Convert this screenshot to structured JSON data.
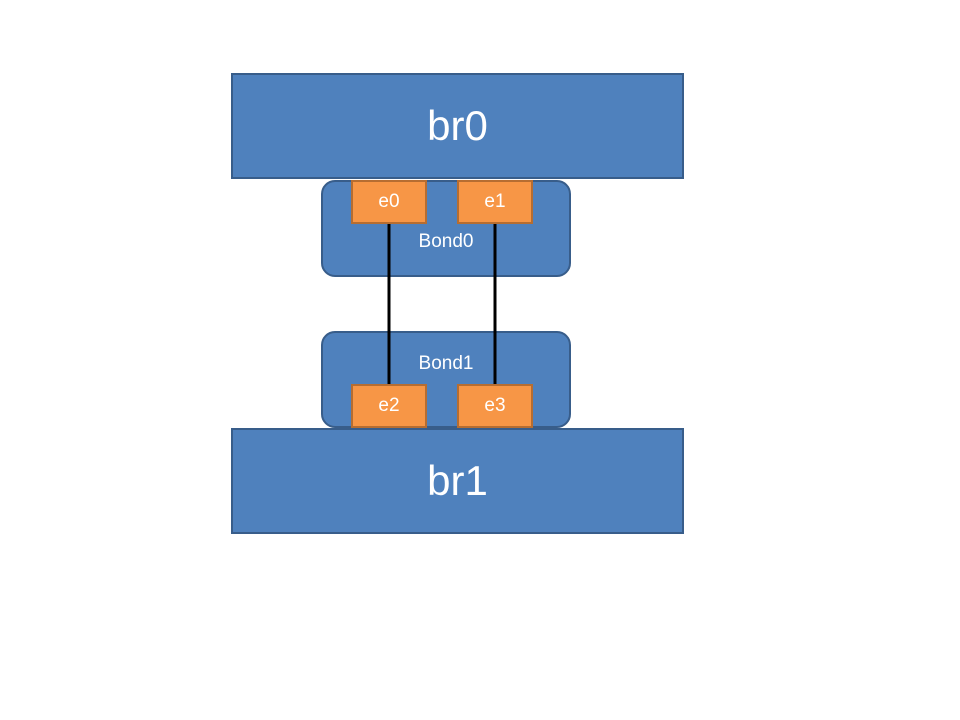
{
  "bridges": {
    "top": "br0",
    "bottom": "br1"
  },
  "bonds": {
    "top": "Bond0",
    "bottom": "Bond1"
  },
  "interfaces": {
    "e0": "e0",
    "e1": "e1",
    "e2": "e2",
    "e3": "e3"
  },
  "colors": {
    "bridge_fill": "#4f81bd",
    "bridge_border": "#385d8a",
    "interface_fill": "#f79646",
    "interface_border": "#b66d31",
    "link": "#000000"
  }
}
